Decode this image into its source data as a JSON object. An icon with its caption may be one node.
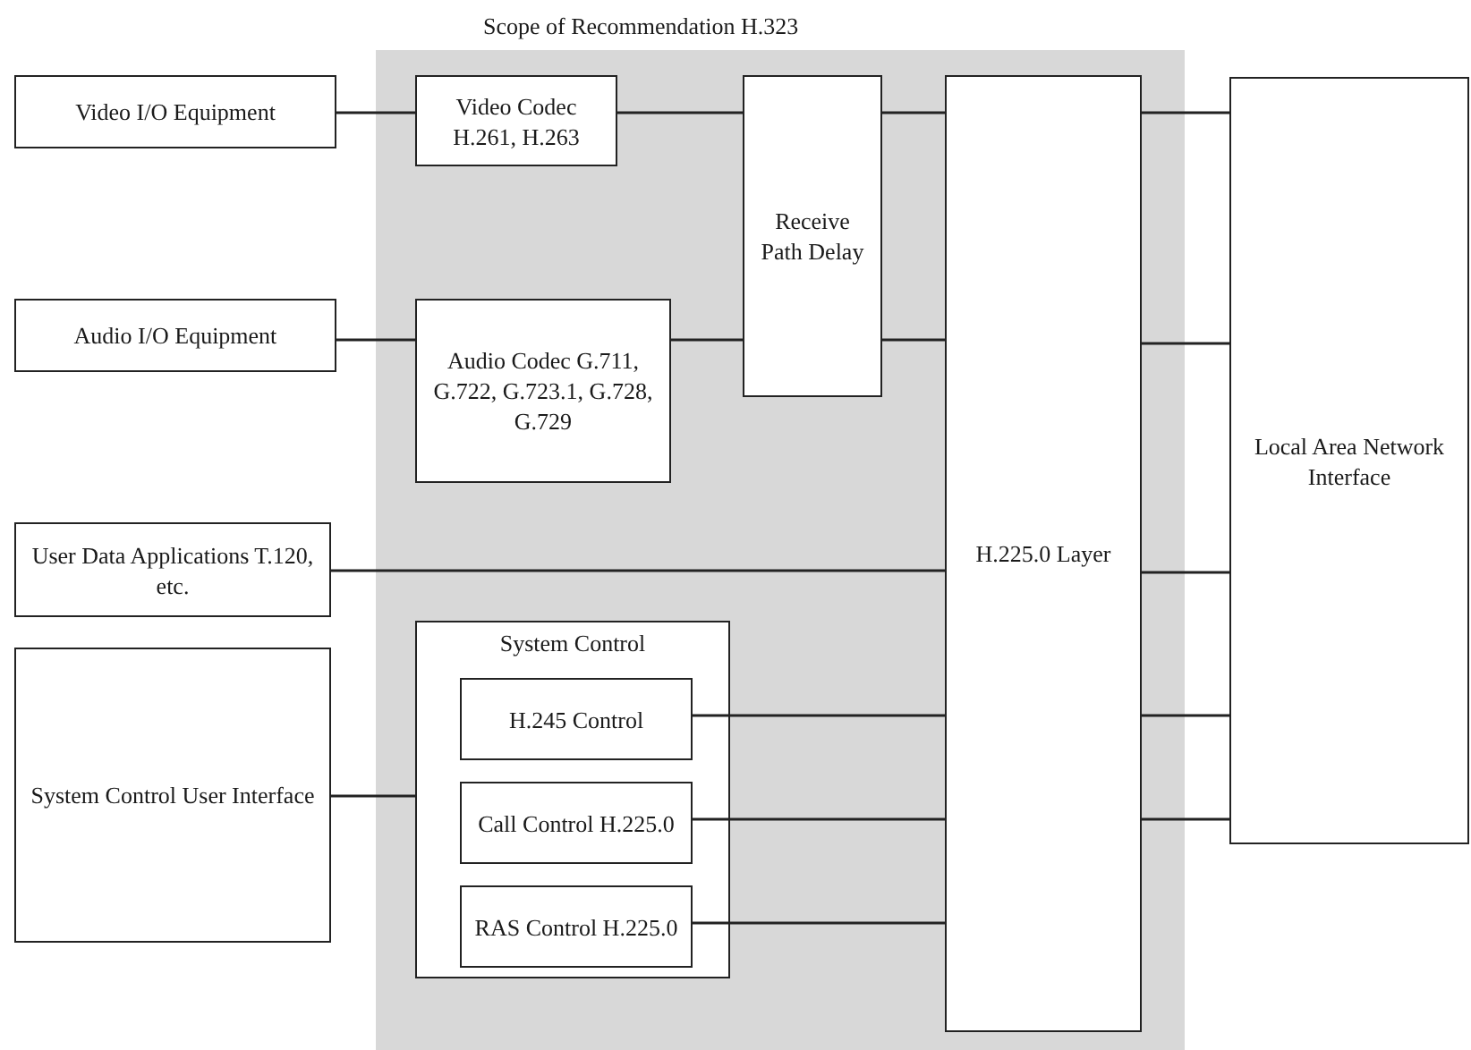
{
  "diagram": {
    "nodes": [
      {
        "text": [
          "Scope of Recommendation H.323"
        ]
      },
      {
        "text": [
          "Video I/O Equipment"
        ]
      },
      {
        "text": [
          "Video Codec H.261, H.263"
        ],
        "in": 0
      },
      {
        "text": [
          "Receive Path Delay"
        ],
        "in": 0
      },
      {
        "text": [
          "Audio I/O Equipment"
        ]
      },
      {
        "text": [
          "Audio Codec G.711, G.722, G.723.1, G.728, G.729"
        ],
        "in": 0
      },
      {
        "text": [
          "H.225.0 Layer"
        ],
        "in": 0
      },
      {
        "text": [
          "Local Area Network Interface"
        ]
      },
      {
        "text": [
          "User Data Applications T.120, etc."
        ]
      },
      {
        "text": [
          "System Control User Interface"
        ]
      },
      {
        "text": [
          "System Control"
        ],
        "in": 0
      },
      {
        "text": [
          "H.245 Control"
        ],
        "in": 10
      },
      {
        "text": [
          "Call Control H.225.0"
        ],
        "in": 10
      },
      {
        "text": [
          "RAS Control H.225.0"
        ],
        "in": 10
      }
    ],
    "edges": [
      {
        "from": 1,
        "to": 2,
        "arrow": "none"
      },
      {
        "from": 2,
        "to": 3,
        "arrow": "none"
      },
      {
        "from": 3,
        "to": 6,
        "arrow": "none"
      },
      {
        "from": 4,
        "to": 5,
        "arrow": "none"
      },
      {
        "from": 5,
        "to": 3,
        "arrow": "none"
      },
      {
        "from": 3,
        "to": 6,
        "arrow": "none"
      },
      {
        "from": 8,
        "to": 6,
        "arrow": "none"
      },
      {
        "from": 9,
        "to": 10,
        "arrow": "none"
      },
      {
        "from": 11,
        "to": 6,
        "arrow": "none"
      },
      {
        "from": 12,
        "to": 6,
        "arrow": "none"
      },
      {
        "from": 13,
        "to": 6,
        "arrow": "none"
      },
      {
        "from": 6,
        "to": 7,
        "arrow": "none"
      },
      {
        "from": 6,
        "to": 7,
        "arrow": "none"
      },
      {
        "from": 6,
        "to": 7,
        "arrow": "none"
      },
      {
        "from": 6,
        "to": 7,
        "arrow": "none"
      },
      {
        "from": 6,
        "to": 7,
        "arrow": "none"
      }
    ]
  }
}
